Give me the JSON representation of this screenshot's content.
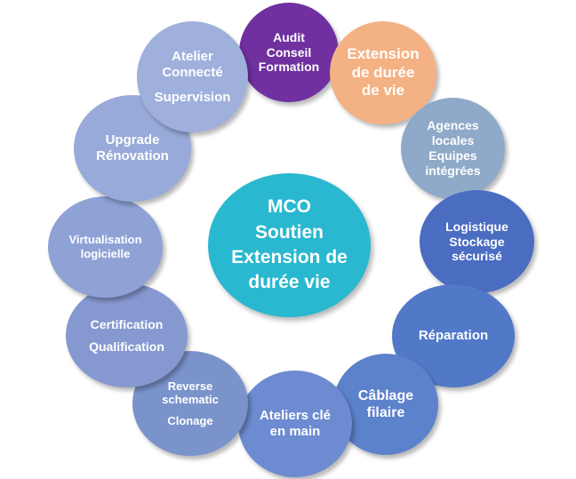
{
  "center": {
    "lines": [
      "MCO",
      "Soutien",
      "Extension de",
      "durée vie"
    ],
    "color": "#29b8cf"
  },
  "nodes": [
    {
      "id": "audit",
      "lines": [
        "Audit",
        "Conseil",
        "Formation"
      ],
      "color": "#7030a0"
    },
    {
      "id": "extension",
      "lines": [
        "Extension",
        "de durée",
        "de vie"
      ],
      "color": "#f4b183"
    },
    {
      "id": "agences",
      "lines": [
        "Agences",
        "locales",
        "Equipes",
        "intégrées"
      ],
      "color": "#8fa9c9"
    },
    {
      "id": "logistique",
      "lines": [
        "Logistique",
        "Stockage",
        "sécurisé"
      ],
      "color": "#4a6cc1"
    },
    {
      "id": "reparation",
      "lines": [
        "Réparation"
      ],
      "color": "#5279c8"
    },
    {
      "id": "cablage",
      "lines": [
        "Câblage",
        "filaire"
      ],
      "color": "#5d82cc"
    },
    {
      "id": "ateliers-cle",
      "lines": [
        "Ateliers clé",
        "en main"
      ],
      "color": "#6c8bd0"
    },
    {
      "id": "reverse",
      "lines": [
        "Reverse",
        "schematic",
        "Clonage"
      ],
      "color": "#7b93cb"
    },
    {
      "id": "certification",
      "lines": [
        "Certification",
        "Qualification"
      ],
      "color": "#8598d0"
    },
    {
      "id": "virtualisation",
      "lines": [
        "Virtualisation",
        "logicielle"
      ],
      "color": "#8fa2d6"
    },
    {
      "id": "upgrade",
      "lines": [
        "Upgrade",
        "Rénovation"
      ],
      "color": "#98aad9"
    },
    {
      "id": "atelier-connecte",
      "lines": [
        "Atelier",
        "Connecté",
        "Supervision"
      ],
      "color": "#a0b0dd"
    }
  ]
}
